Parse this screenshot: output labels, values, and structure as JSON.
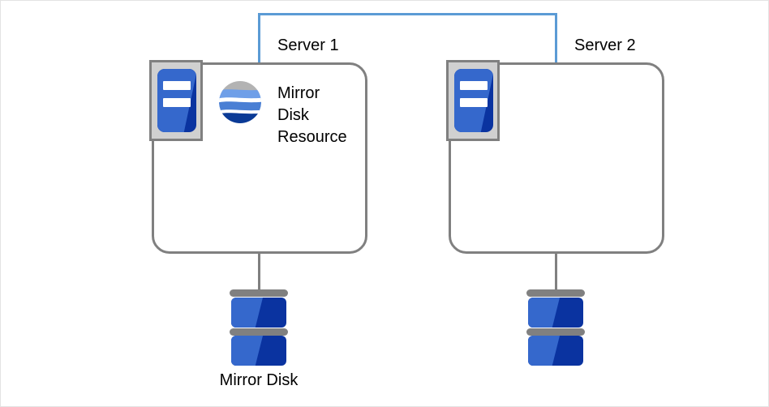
{
  "diagram": {
    "title": "Mirror Disk Resource two-server cluster diagram",
    "colors": {
      "interconnect": "#5b9bd5",
      "box_border": "#808080",
      "badge_plate": "#d0d0d0",
      "chip_dark": "#0a33a0",
      "chip_light": "#3568cc",
      "text": "#000000",
      "canvas_border": "#e3e3e3"
    },
    "servers": [
      {
        "id": "server-1",
        "title": "Server 1",
        "badge_icon": "server-icon",
        "resource": {
          "icon": "mirror-disk-resource-globe-icon",
          "label": "Mirror\nDisk\nResource"
        },
        "disk": {
          "icon": "disk-stack-icon",
          "caption": "Mirror Disk"
        }
      },
      {
        "id": "server-2",
        "title": "Server 2",
        "badge_icon": "server-icon",
        "resource": null,
        "disk": {
          "icon": "disk-stack-icon",
          "caption": ""
        }
      }
    ],
    "interconnect": {
      "name": "mirror-interconnect-link",
      "label": ""
    }
  }
}
